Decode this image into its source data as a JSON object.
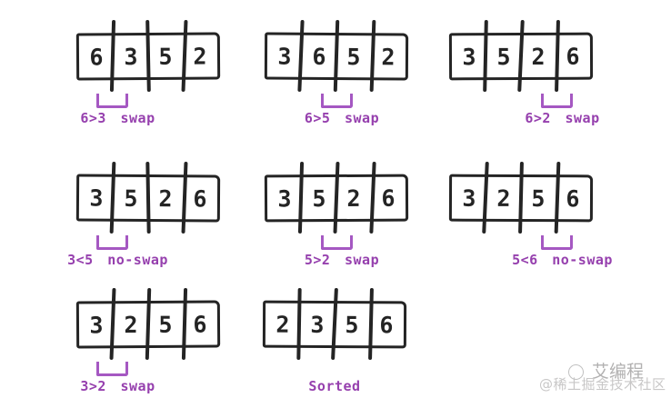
{
  "colors": {
    "background": "#ffffff",
    "ink": "#242424",
    "accent": "#9640ae",
    "bracket": "#a558c2",
    "watermark-dark": "#b2b1b1",
    "watermark-light": "#c8c7c7"
  },
  "steps": [
    {
      "cells": [
        "6",
        "3",
        "5",
        "2"
      ],
      "compare": 0,
      "label": "6>3 swap"
    },
    {
      "cells": [
        "3",
        "6",
        "5",
        "2"
      ],
      "compare": 1,
      "label": "6>5 swap"
    },
    {
      "cells": [
        "3",
        "5",
        "2",
        "6"
      ],
      "compare": 2,
      "label": "6>2 swap"
    },
    {
      "cells": [
        "3",
        "5",
        "2",
        "6"
      ],
      "compare": 0,
      "label": "3<5 no-swap"
    },
    {
      "cells": [
        "3",
        "5",
        "2",
        "6"
      ],
      "compare": 1,
      "label": "5>2 swap"
    },
    {
      "cells": [
        "3",
        "2",
        "5",
        "6"
      ],
      "compare": 2,
      "label": "5<6 no-swap"
    },
    {
      "cells": [
        "3",
        "2",
        "5",
        "6"
      ],
      "compare": 0,
      "label": "3>2 swap"
    },
    {
      "cells": [
        "2",
        "3",
        "5",
        "6"
      ],
      "compare": null,
      "label": "Sorted"
    }
  ],
  "watermarks": {
    "brand": "艾编程",
    "community": "@稀土掘金技术社区"
  }
}
